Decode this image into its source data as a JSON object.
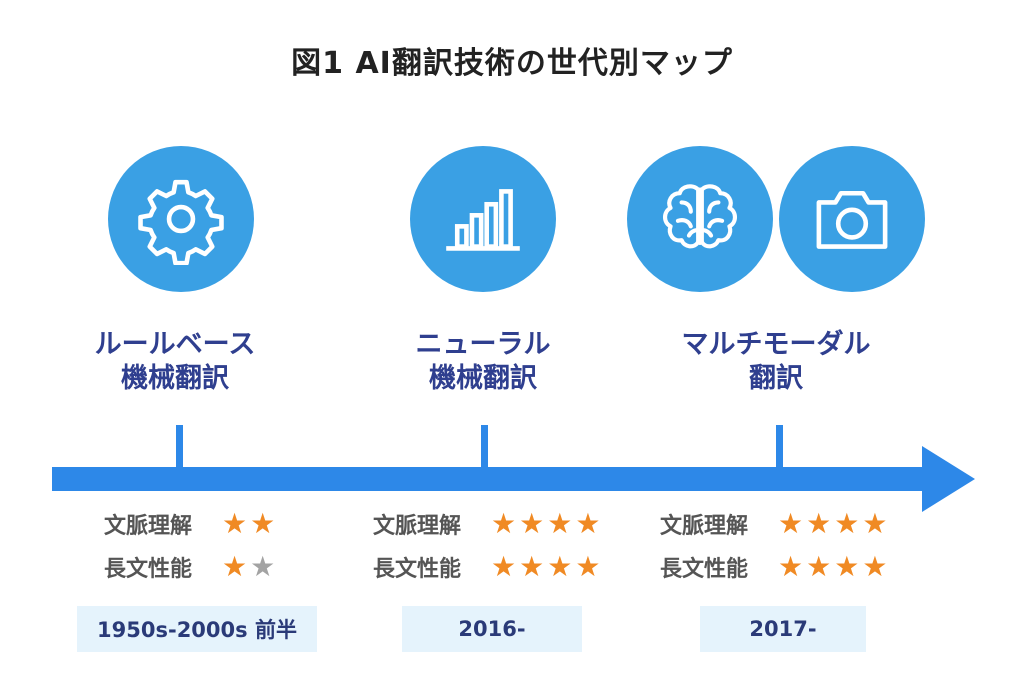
{
  "title": "図1 AI翻訳技術の世代別マップ",
  "colors": {
    "circle": "#3aa0e4",
    "accent_text": "#2f3f8f",
    "timeline": "#2d88e8",
    "star_on": "#f08a24",
    "star_off": "#a3a3a3",
    "era_bg": "#e5f3fc"
  },
  "generations": [
    {
      "icons": [
        "gear-icon"
      ],
      "name_line1": "ルールベース",
      "name_line2": "機械翻訳",
      "ratings": [
        {
          "label": "文脈理解",
          "stars": 2,
          "max": 2
        },
        {
          "label": "長文性能",
          "stars": 1,
          "max": 2
        }
      ],
      "era": "1950s-2000s 前半"
    },
    {
      "icons": [
        "bar-chart-icon"
      ],
      "name_line1": "ニューラル",
      "name_line2": "機械翻訳",
      "ratings": [
        {
          "label": "文脈理解",
          "stars": 4,
          "max": 4
        },
        {
          "label": "長文性能",
          "stars": 4,
          "max": 4
        }
      ],
      "era": "2016-"
    },
    {
      "icons": [
        "brain-icon",
        "camera-icon"
      ],
      "name_line1": "マルチモーダル",
      "name_line2": "翻訳",
      "ratings": [
        {
          "label": "文脈理解",
          "stars": 4,
          "max": 4
        },
        {
          "label": "長文性能",
          "stars": 4,
          "max": 4
        }
      ],
      "era": "2017-"
    }
  ]
}
